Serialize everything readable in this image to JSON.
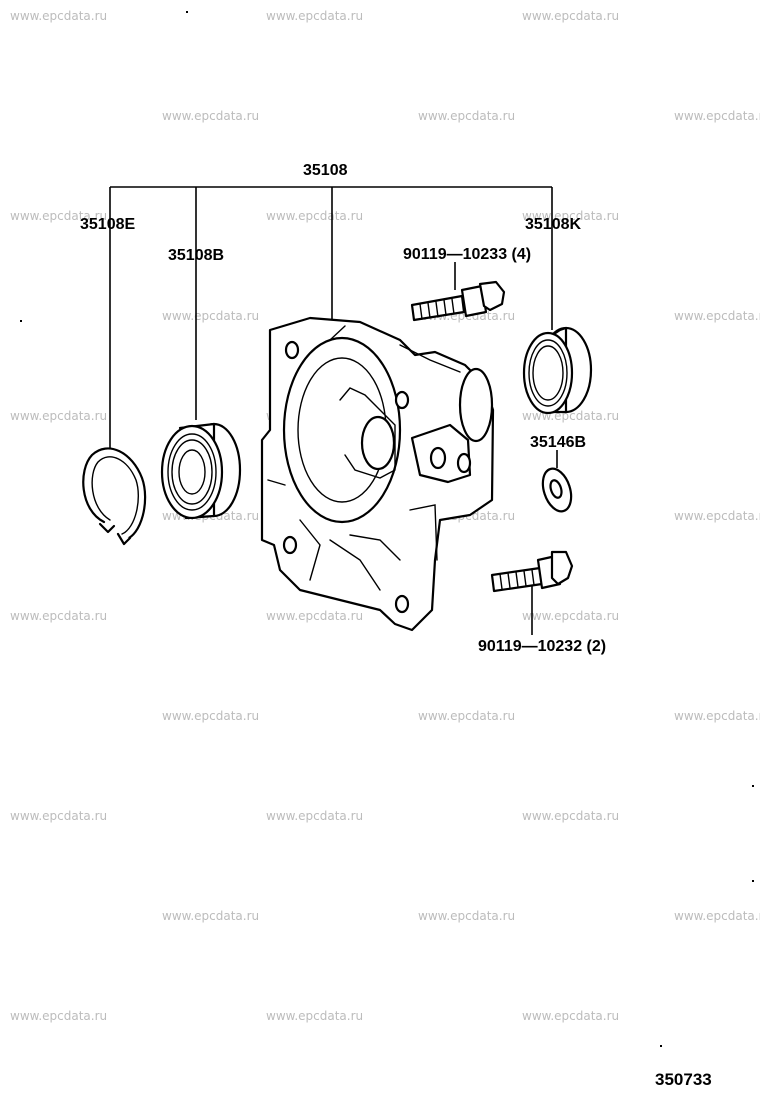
{
  "watermark": "www.epcdata.ru",
  "diagram_id": "350733",
  "parts": {
    "housing": "35108",
    "snap_ring": "35108E",
    "bearing": "35108B",
    "oil_seal": "35108K",
    "washer": "35146B",
    "bolt_upper": "90119—10233 (4)",
    "bolt_lower": "90119—10232 (2)"
  }
}
